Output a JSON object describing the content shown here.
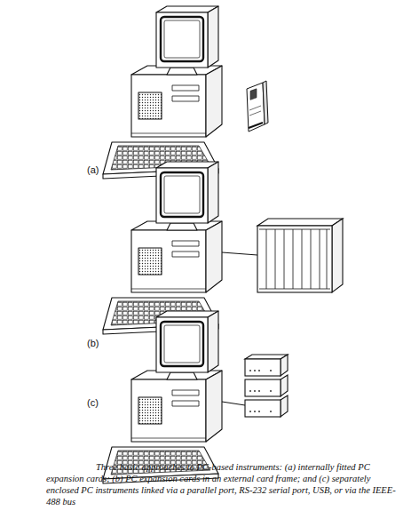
{
  "diagram": {
    "caption": "Three basic approaches to PC-based instruments: (a) internally fitted PC expansion cards; (b) PC expansion cards in an external card frame; and (c) separately enclosed PC instruments linked via a parallel port, RS-232 serial port, USB, or via the IEEE-488 bus",
    "labels": [
      "(a)",
      "(b)",
      "(c)"
    ]
  }
}
